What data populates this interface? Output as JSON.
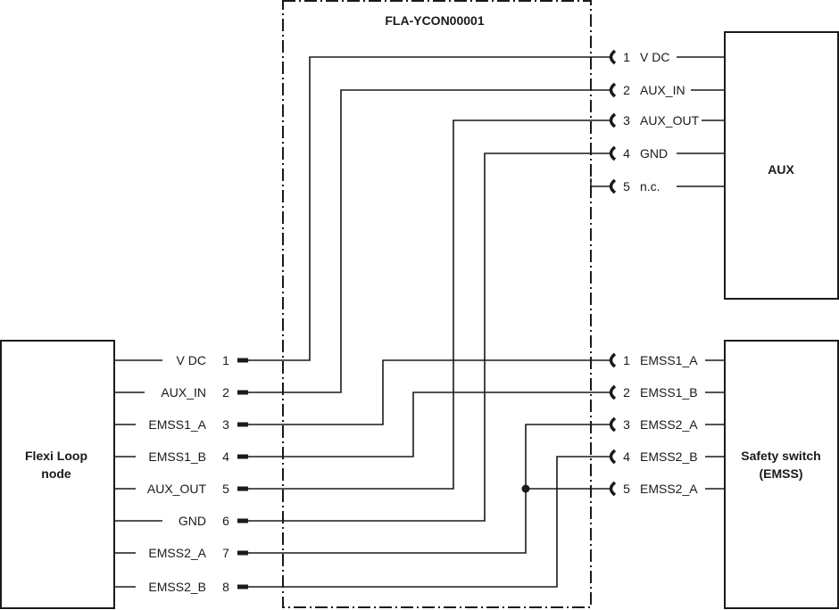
{
  "cable": {
    "title": "FLA-YCON00001"
  },
  "left_device": {
    "name_line1": "Flexi Loop",
    "name_line2": "node",
    "pins": [
      {
        "num": "1",
        "signal": "V DC"
      },
      {
        "num": "2",
        "signal": "AUX_IN"
      },
      {
        "num": "3",
        "signal": "EMSS1_A"
      },
      {
        "num": "4",
        "signal": "EMSS1_B"
      },
      {
        "num": "5",
        "signal": "AUX_OUT"
      },
      {
        "num": "6",
        "signal": "GND"
      },
      {
        "num": "7",
        "signal": "EMSS2_A"
      },
      {
        "num": "8",
        "signal": "EMSS2_B"
      }
    ]
  },
  "aux_device": {
    "name": "AUX",
    "pins": [
      {
        "num": "1",
        "signal": "V DC"
      },
      {
        "num": "2",
        "signal": "AUX_IN"
      },
      {
        "num": "3",
        "signal": "AUX_OUT"
      },
      {
        "num": "4",
        "signal": "GND"
      },
      {
        "num": "5",
        "signal": "n.c."
      }
    ]
  },
  "safety_device": {
    "name_line1": "Safety switch",
    "name_line2": "(EMSS)",
    "pins": [
      {
        "num": "1",
        "signal": "EMSS1_A"
      },
      {
        "num": "2",
        "signal": "EMSS1_B"
      },
      {
        "num": "3",
        "signal": "EMSS2_A"
      },
      {
        "num": "4",
        "signal": "EMSS2_B"
      },
      {
        "num": "5",
        "signal": "EMSS2_A"
      }
    ]
  },
  "connections": [
    {
      "from": "left.1",
      "to": "aux.1"
    },
    {
      "from": "left.2",
      "to": "aux.2"
    },
    {
      "from": "left.3",
      "to": "safety.1"
    },
    {
      "from": "left.4",
      "to": "safety.2"
    },
    {
      "from": "left.5",
      "to": "aux.3"
    },
    {
      "from": "left.6",
      "to": "aux.4"
    },
    {
      "from": "left.7",
      "to": "safety.3"
    },
    {
      "from": "left.7",
      "to": "safety.5"
    },
    {
      "from": "left.8",
      "to": "safety.4"
    }
  ]
}
